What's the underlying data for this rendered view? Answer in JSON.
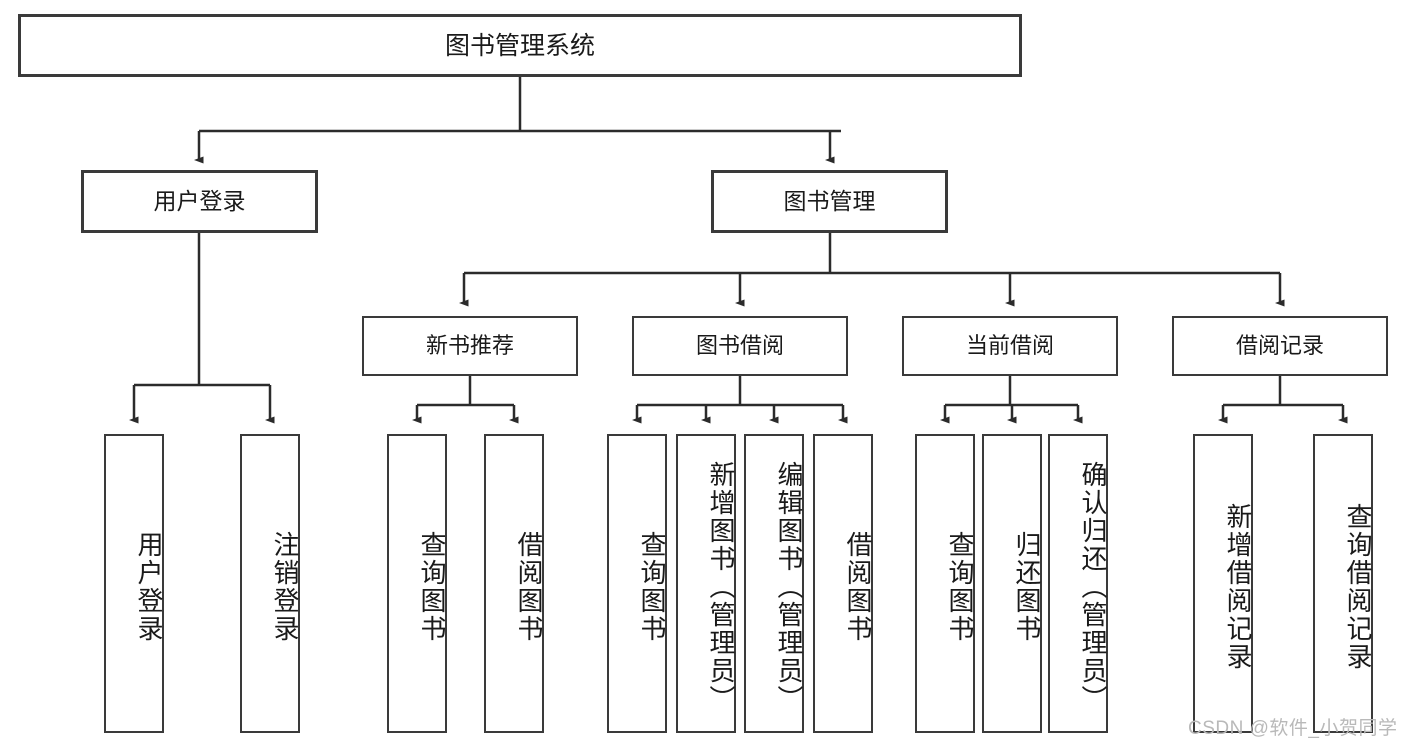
{
  "diagram": {
    "title": "图书管理系统",
    "type": "tree",
    "nodes": {
      "root": {
        "label": "图书管理系统"
      },
      "level2": [
        {
          "id": "user-login",
          "label": "用户登录"
        },
        {
          "id": "book-manage",
          "label": "图书管理"
        }
      ],
      "level3": [
        {
          "id": "new-book-recommend",
          "label": "新书推荐"
        },
        {
          "id": "book-borrow",
          "label": "图书借阅"
        },
        {
          "id": "current-borrow",
          "label": "当前借阅"
        },
        {
          "id": "borrow-record",
          "label": "借阅记录"
        }
      ],
      "leaves": {
        "user_login": [
          {
            "id": "leaf-user-login",
            "label": "用户登录"
          },
          {
            "id": "leaf-logout",
            "label": "注销登录"
          }
        ],
        "new_book_recommend": [
          {
            "id": "leaf-query-book-1",
            "label": "查询图书"
          },
          {
            "id": "leaf-borrow-book-1",
            "label": "借阅图书"
          }
        ],
        "book_borrow": [
          {
            "id": "leaf-query-book-2",
            "label": "查询图书"
          },
          {
            "id": "leaf-add-book",
            "label": "新增图书（管理员）"
          },
          {
            "id": "leaf-edit-book",
            "label": "编辑图书（管理员）"
          },
          {
            "id": "leaf-borrow-book-2",
            "label": "借阅图书"
          }
        ],
        "current_borrow": [
          {
            "id": "leaf-query-book-3",
            "label": "查询图书"
          },
          {
            "id": "leaf-return-book",
            "label": "归还图书"
          },
          {
            "id": "leaf-confirm-return",
            "label": "确认归还（管理员）"
          }
        ],
        "borrow_record": [
          {
            "id": "leaf-add-record",
            "label": "新增借阅记录"
          },
          {
            "id": "leaf-query-record",
            "label": "查询借阅记录"
          }
        ]
      }
    },
    "colors": {
      "box_border": "#3a3a3a",
      "box_fill": "#ffffff",
      "edge": "#2b2b2b",
      "text": "#1a1a1a",
      "watermark": "#b9b9b9"
    }
  },
  "watermark": {
    "text": "CSDN @软件_小贺同学"
  }
}
